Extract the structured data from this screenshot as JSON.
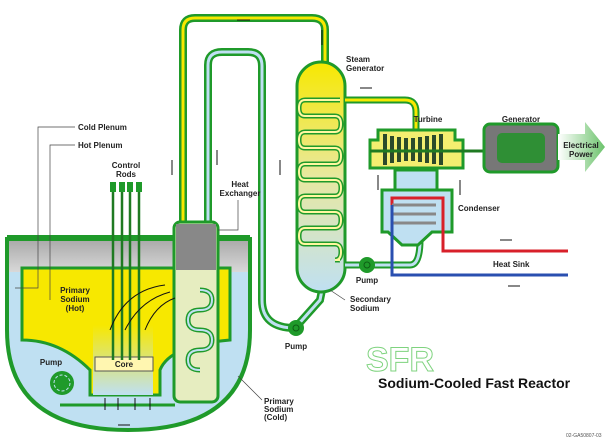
{
  "labels": {
    "cold_plenum": "Cold Plenum",
    "hot_plenum": "Hot Plenum",
    "control_rods_1": "Control",
    "control_rods_2": "Rods",
    "heat_exchanger_1": "Heat",
    "heat_exchanger_2": "Exchanger",
    "primary_hot_1": "Primary",
    "primary_hot_2": "Sodium",
    "primary_hot_3": "(Hot)",
    "primary_cold_1": "Primary",
    "primary_cold_2": "Sodium",
    "primary_cold_3": "(Cold)",
    "pump_primary": "Pump",
    "core": "Core",
    "pump_secondary_loop": "Pump",
    "steam_gen_1": "Steam",
    "steam_gen_2": "Generator",
    "secondary_1": "Secondary",
    "secondary_2": "Sodium",
    "pump_steam": "Pump",
    "turbine": "Turbine",
    "generator": "Generator",
    "power_1": "Electrical",
    "power_2": "Power",
    "condenser": "Condenser",
    "heat_sink": "Heat Sink"
  },
  "logo": "SFR",
  "title": "Sodium-Cooled Fast Reactor",
  "figure_code": "02-GA50807-03",
  "colors": {
    "structure": "#1f9a2a",
    "hot_sodium": "#f7e800",
    "cold_sodium": "#bfe0f2",
    "hot_water": "#d8202a",
    "cold_water": "#2a4fb0",
    "slab": "#8a8a8a"
  }
}
